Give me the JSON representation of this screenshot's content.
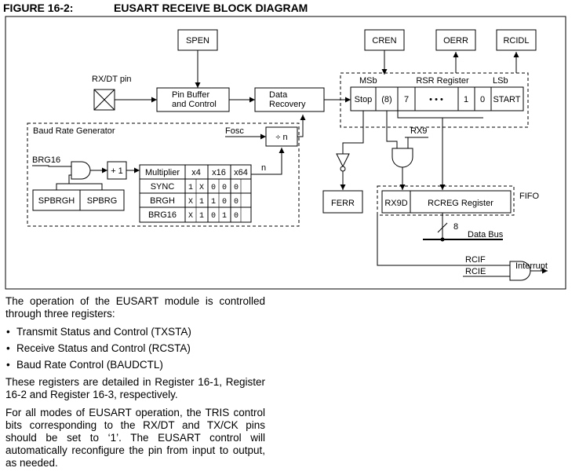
{
  "figure": {
    "number": "FIGURE 16-2:",
    "title": "EUSART RECEIVE BLOCK DIAGRAM"
  },
  "diagram": {
    "spen": "SPEN",
    "cren": "CREN",
    "oerr": "OERR",
    "rcidl": "RCIDL",
    "rx_pin": "RX/DT pin",
    "pin_buffer": [
      "Pin Buffer",
      "and Control"
    ],
    "data_recovery": [
      "Data",
      "Recovery"
    ],
    "fosc": "Fosc",
    "divide_n": "÷ n",
    "n_label": "n",
    "baud_rate_generator": "Baud Rate Generator",
    "brg16": "BRG16",
    "plus_one": "+ 1",
    "spbrgh": "SPBRGH",
    "spbrg": "SPBRG",
    "multiplier_table": {
      "headers": [
        "Multiplier",
        "x4",
        "x16",
        "x64"
      ],
      "rows": [
        {
          "label": "SYNC",
          "cells": [
            "1",
            "X",
            "0",
            "0",
            "0"
          ]
        },
        {
          "label": "BRGH",
          "cells": [
            "X",
            "1",
            "1",
            "0",
            "0"
          ]
        },
        {
          "label": "BRG16",
          "cells": [
            "X",
            "1",
            "0",
            "1",
            "0"
          ]
        }
      ]
    },
    "rsr": {
      "msb": "MSb",
      "title": "RSR Register",
      "lsb": "LSb",
      "cells": [
        "Stop",
        "(8)",
        "7",
        "• • •",
        "1",
        "0",
        "START"
      ]
    },
    "rx9": "RX9",
    "ferr": "FERR",
    "rx9d": "RX9D",
    "rcreg": "RCREG Register",
    "fifo": "FIFO",
    "bus_width": "8",
    "data_bus": "Data Bus",
    "rcif": "RCIF",
    "rcie": "RCIE",
    "interrupt": "Interrupt"
  },
  "body": {
    "intro": "The operation of the EUSART module is controlled through three registers:",
    "bullet_char": "•",
    "bullets": [
      "Transmit Status and Control (TXSTA)",
      "Receive Status and Control (RCSTA)",
      "Baud Rate Control (BAUDCTL)"
    ],
    "para2": "These registers are detailed in Register 16-1, Register 16-2 and Register 16-3, respectively.",
    "para3": "For all modes of EUSART operation, the TRIS control bits corresponding to the RX/DT and TX/CK pins should be set to ‘1’. The EUSART control will automatically reconfigure the pin from input to output, as needed."
  }
}
